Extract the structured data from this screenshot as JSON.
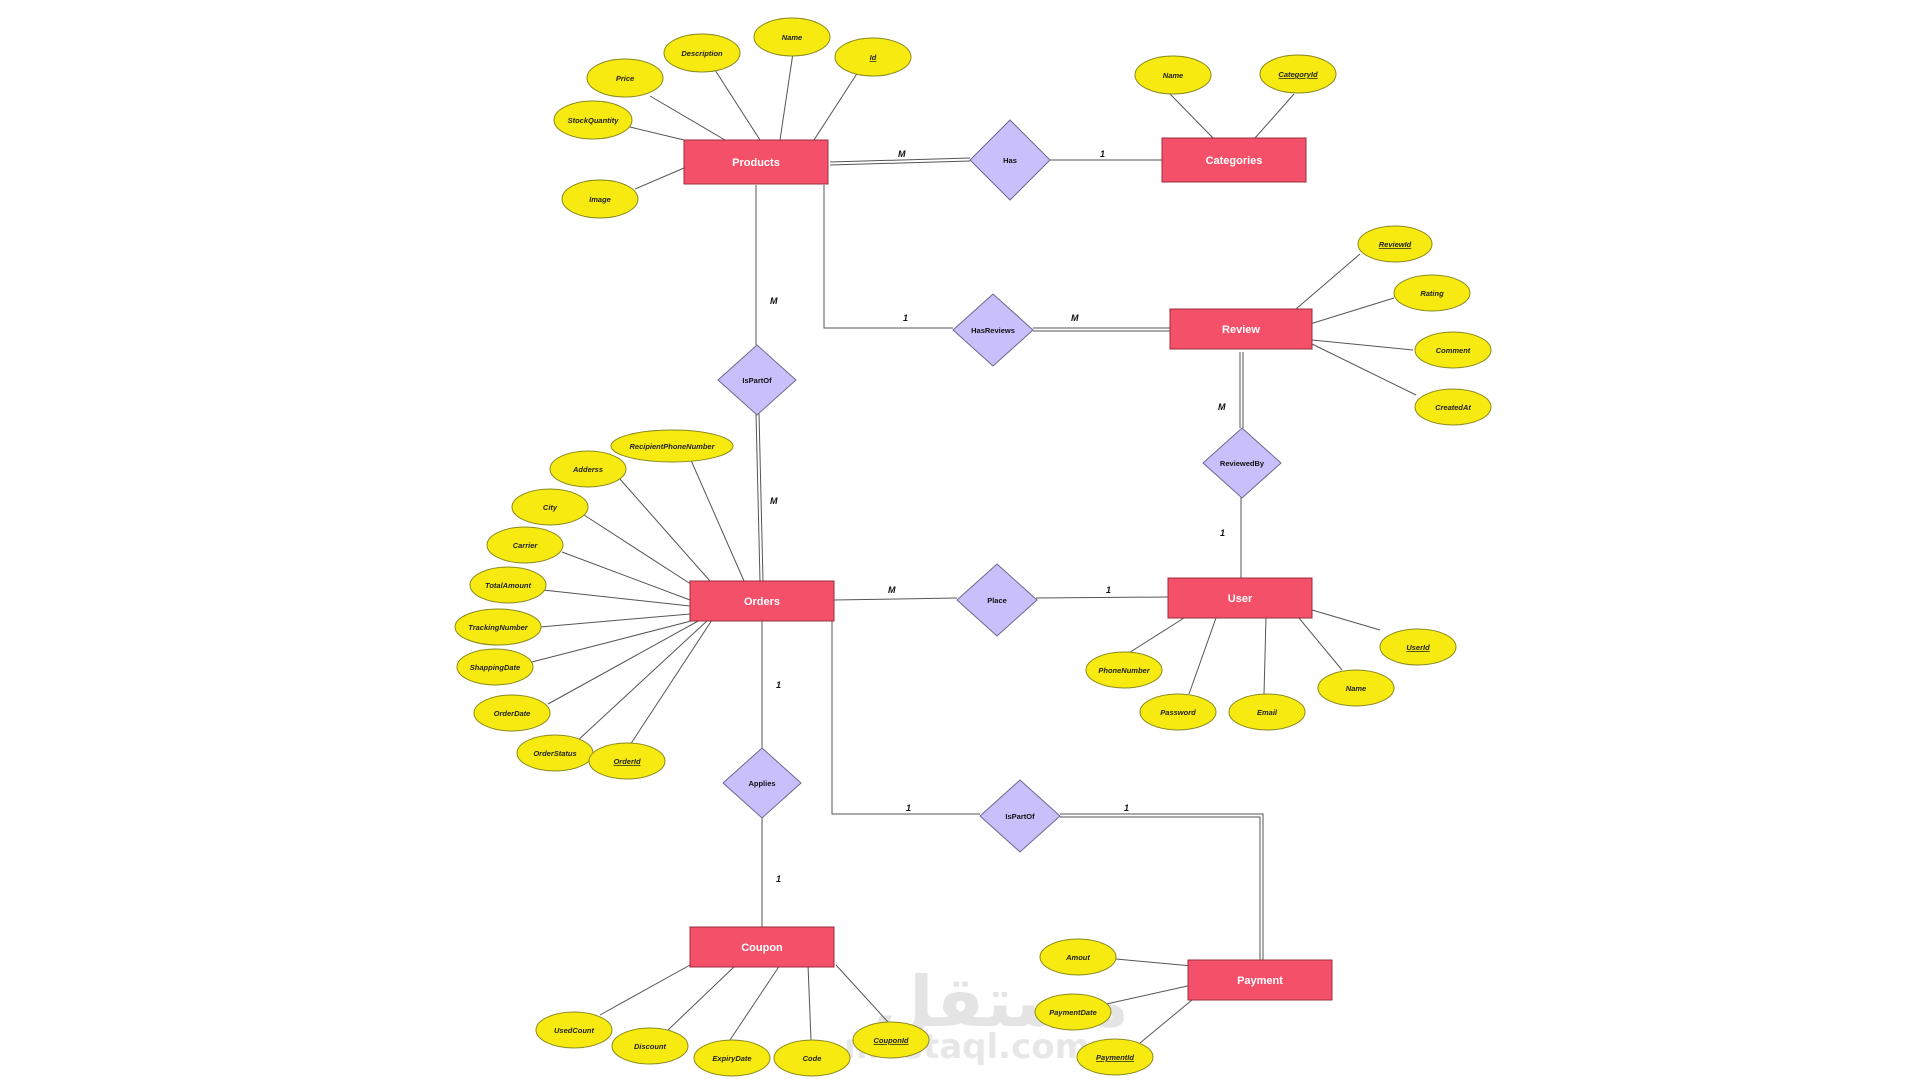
{
  "entities": {
    "products": "Products",
    "categories": "Categories",
    "review": "Review",
    "orders": "Orders",
    "user": "User",
    "coupon": "Coupon",
    "payment": "Payment"
  },
  "relationships": {
    "has": "Has",
    "has_reviews": "HasReviews",
    "is_part_of_products": "IsPartOf",
    "reviewed_by": "ReviewedBy",
    "place": "Place",
    "applies": "Applies",
    "is_part_of_payment": "IsPartOf"
  },
  "attributes": {
    "products": {
      "price": "Price",
      "description": "Description",
      "name": "Name",
      "id": "Id",
      "stock_quantity": "StockQuantity",
      "image": "Image"
    },
    "categories": {
      "name": "Name",
      "category_id": "CategoryId"
    },
    "review": {
      "review_id": "ReviewId",
      "rating": "Rating",
      "comment": "Comment",
      "created_at": "CreatedAt"
    },
    "orders": {
      "recipient_phone": "RecipientPhoneNumber",
      "address": "Adderss",
      "city": "City",
      "carrier": "Carrier",
      "total_amount": "TotalAmount",
      "tracking_number": "TrackingNumber",
      "shipping_date": "ShappingDate",
      "order_date": "OrderDate",
      "order_status": "OrderStatus",
      "order_id": "OrderId"
    },
    "user": {
      "phone_number": "PhoneNumber",
      "password": "Password",
      "email": "Email",
      "name": "Name",
      "user_id": "UserId"
    },
    "coupon": {
      "used_count": "UsedCount",
      "discount": "Discount",
      "expiry_date": "ExpiryDate",
      "code": "Code",
      "coupon_id": "CouponId"
    },
    "payment": {
      "amount": "Amout",
      "payment_date": "PaymentDate",
      "payment_id": "PaymentId"
    }
  },
  "cardinalities": {
    "products_has": "M",
    "has_categories": "1",
    "products_hasreviews": "1",
    "hasreviews_review": "M",
    "products_ispartof": "M",
    "ispartof_orders": "M",
    "review_reviewedby": "M",
    "reviewedby_user": "1",
    "orders_place": "M",
    "place_user": "1",
    "orders_applies": "1",
    "applies_coupon": "1",
    "orders_ispartof2": "1",
    "ispartof2_payment": "1"
  },
  "watermark": {
    "arabic": "مستقل",
    "latin": "mostaql.com"
  },
  "colors": {
    "entity": "#f5506a",
    "relationship": "#c8bffb",
    "attribute": "#f7ea10"
  }
}
